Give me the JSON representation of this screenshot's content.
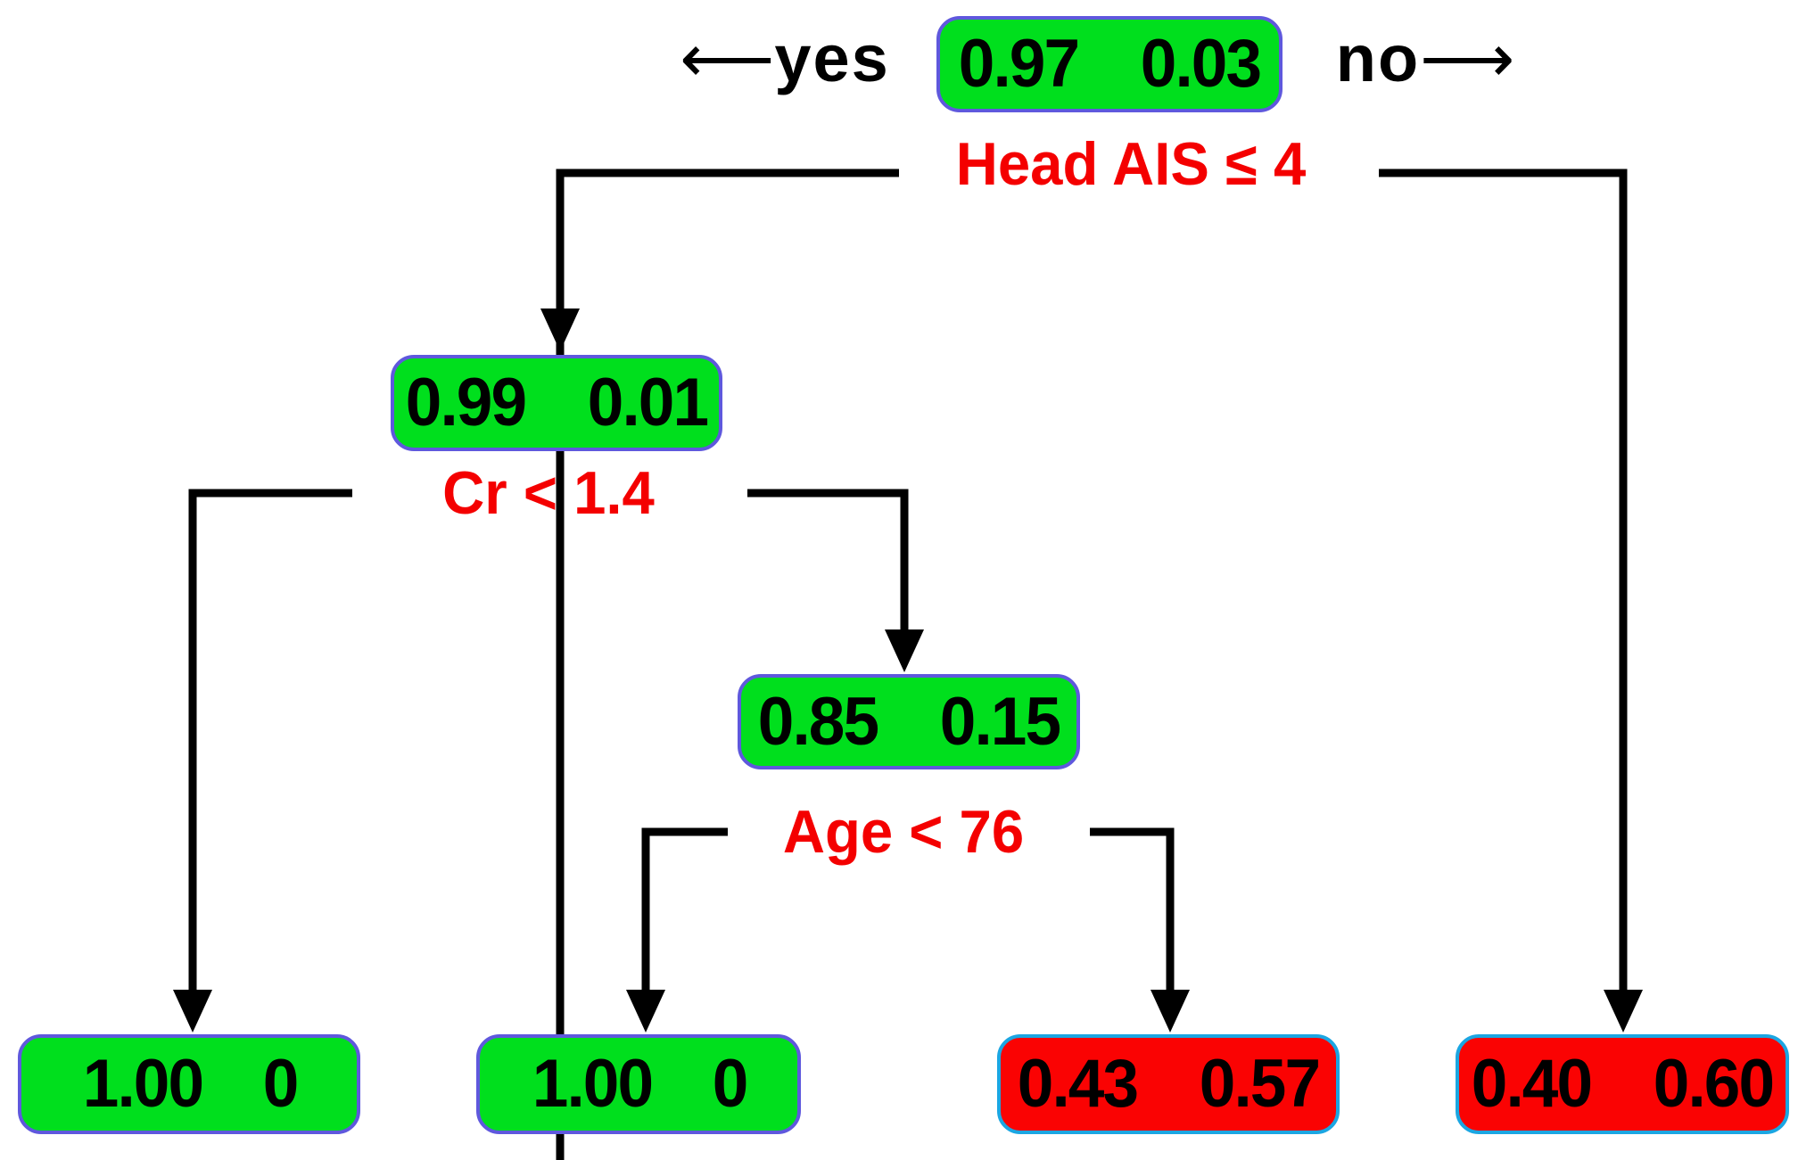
{
  "diagram_type": "decision-tree",
  "colors": {
    "page_bg": "#ffffff",
    "survive_fill": "#00df1d",
    "survive_border": "#5f58dd",
    "death_fill": "#fa0303",
    "death_border": "#1ba6e2",
    "split_label": "#f40000",
    "node_text": "#000000",
    "line": "#000000"
  },
  "branch_direction_labels": {
    "yes_arrow": "⟵",
    "yes_word": "yes",
    "no_word": "no",
    "no_arrow": "⟶"
  },
  "splits": {
    "s1": {
      "label": "Head AIS ≤ 4"
    },
    "s2": {
      "label": "Cr < 1.4"
    },
    "s3": {
      "label": "Age < 76"
    }
  },
  "nodes": {
    "root": {
      "v1": "0.97",
      "v2": "0.03",
      "outcome": "survive"
    },
    "n_cr": {
      "v1": "0.99",
      "v2": "0.01",
      "outcome": "survive"
    },
    "n_age": {
      "v1": "0.85",
      "v2": "0.15",
      "outcome": "survive"
    },
    "leaf1": {
      "v1": "1.00",
      "v2": "0",
      "outcome": "survive"
    },
    "leaf2": {
      "v1": "1.00",
      "v2": "0",
      "outcome": "survive"
    },
    "leaf3": {
      "v1": "0.43",
      "v2": "0.57",
      "outcome": "death"
    },
    "leaf4": {
      "v1": "0.40",
      "v2": "0.60",
      "outcome": "death"
    }
  }
}
